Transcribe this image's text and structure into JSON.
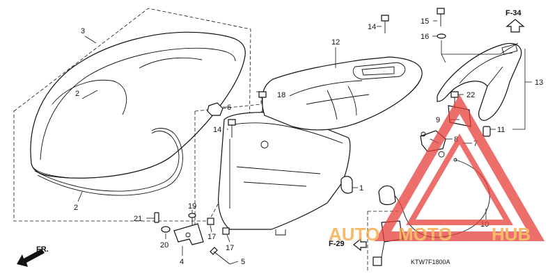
{
  "diagram": {
    "code": "KTW7F1800A",
    "parts": [
      {
        "id": "p1",
        "label": "1"
      },
      {
        "id": "p2",
        "label": "2"
      },
      {
        "id": "p3",
        "label": "3"
      },
      {
        "id": "p4",
        "label": "4"
      },
      {
        "id": "p5",
        "label": "5"
      },
      {
        "id": "p6",
        "label": "6"
      },
      {
        "id": "p7",
        "label": "7"
      },
      {
        "id": "p8",
        "label": "8"
      },
      {
        "id": "p9",
        "label": "9"
      },
      {
        "id": "p10",
        "label": "10"
      },
      {
        "id": "p11",
        "label": "11"
      },
      {
        "id": "p12",
        "label": "12"
      },
      {
        "id": "p13",
        "label": "13"
      },
      {
        "id": "p14a",
        "label": "14"
      },
      {
        "id": "p14b",
        "label": "14"
      },
      {
        "id": "p15",
        "label": "15"
      },
      {
        "id": "p16",
        "label": "16"
      },
      {
        "id": "p17a",
        "label": "17"
      },
      {
        "id": "p17b",
        "label": "17"
      },
      {
        "id": "p18",
        "label": "18"
      },
      {
        "id": "p19",
        "label": "19"
      },
      {
        "id": "p20",
        "label": "20"
      },
      {
        "id": "p21",
        "label": "21"
      },
      {
        "id": "p22",
        "label": "22"
      }
    ],
    "refs": {
      "f34": "F-34",
      "f29": "F-29",
      "front": "FR."
    }
  },
  "watermark": {
    "part1": "AUTO",
    "part2": "MOTO",
    "part3": "HUB",
    "color_red": "#e8403c",
    "color_orange": "#f2a33a"
  }
}
